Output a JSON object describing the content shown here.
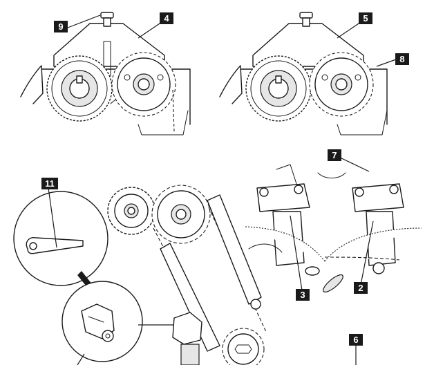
{
  "callouts": {
    "c2": "2",
    "c3": "3",
    "c4": "4",
    "c5": "5",
    "c6": "6",
    "c7": "7",
    "c8": "8",
    "c9": "9",
    "c11": "11"
  },
  "colors": {
    "line": "#1a1a1a",
    "background": "#ffffff",
    "label_box": "#1a1a1a",
    "label_text": "#ffffff"
  }
}
